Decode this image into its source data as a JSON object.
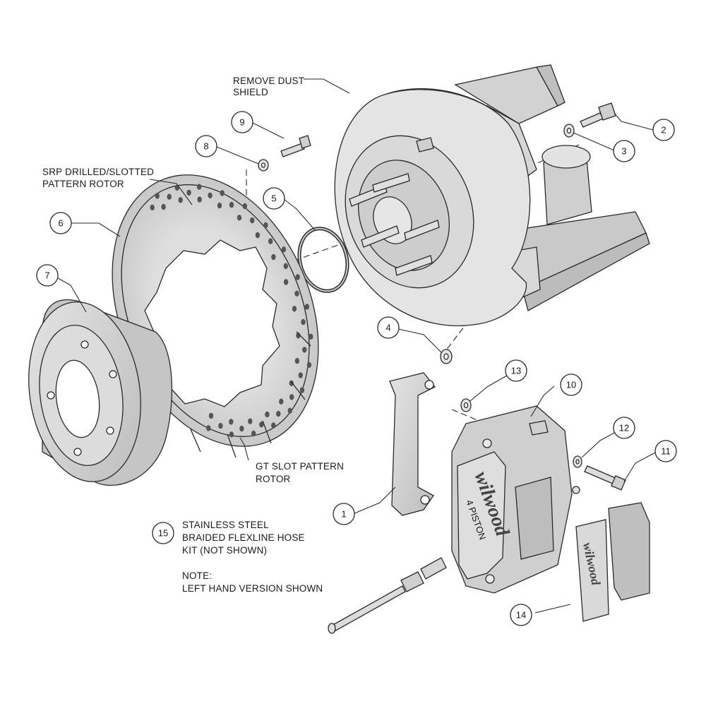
{
  "labels": {
    "remove_dust_shield": [
      "REMOVE DUST",
      "SHIELD"
    ],
    "srp_rotor": [
      "SRP DRILLED/SLOTTED",
      "PATTERN ROTOR"
    ],
    "gt_rotor": [
      "GT SLOT PATTERN",
      "ROTOR"
    ],
    "hose_kit": [
      "STAINLESS STEEL",
      "BRAIDED FLEXLINE HOSE",
      "KIT (NOT SHOWN)"
    ],
    "note": [
      "NOTE:",
      "LEFT HAND VERSION SHOWN"
    ]
  },
  "callouts": [
    "1",
    "2",
    "3",
    "4",
    "5",
    "6",
    "7",
    "8",
    "9",
    "10",
    "11",
    "12",
    "13",
    "14",
    "15"
  ],
  "caliper": {
    "brand": "wilwood",
    "piston": "4 PISTON"
  },
  "pad": {
    "brand": "wilwood"
  },
  "colors": {
    "metal": "#d6d6d6",
    "metal_dark": "#b9b9b9",
    "line": "#2a2a2a",
    "bg": "#ffffff"
  }
}
